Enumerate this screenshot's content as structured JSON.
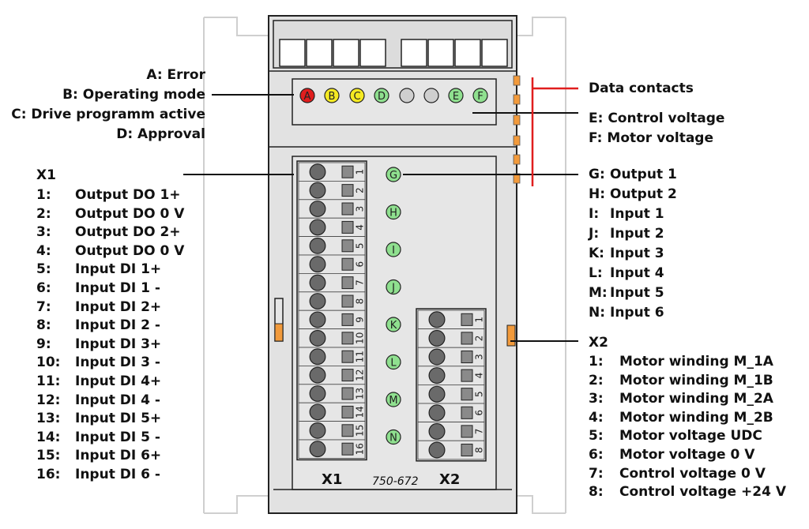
{
  "module": {
    "model": "750-672",
    "connector_x1_label": "X1",
    "connector_x2_label": "X2"
  },
  "leds_top": [
    {
      "letter": "A",
      "color": "#e01e1e"
    },
    {
      "letter": "B",
      "color": "#f5ea22"
    },
    {
      "letter": "C",
      "color": "#f5ea22"
    },
    {
      "letter": "D",
      "color": "#8fe08f"
    },
    {
      "letter": "",
      "color": "#cfcfcf"
    },
    {
      "letter": "",
      "color": "#cfcfcf"
    },
    {
      "letter": "E",
      "color": "#8fe08f"
    },
    {
      "letter": "F",
      "color": "#8fe08f"
    }
  ],
  "leds_side": [
    {
      "letter": "G"
    },
    {
      "letter": "H"
    },
    {
      "letter": "I"
    },
    {
      "letter": "J"
    },
    {
      "letter": "K"
    },
    {
      "letter": "L"
    },
    {
      "letter": "M"
    },
    {
      "letter": "N"
    }
  ],
  "led_colors": {
    "green": "#8fe08f",
    "line_red": "#e01e1e",
    "orange": "#f29a3b"
  },
  "left_labels": {
    "a": "A: Error",
    "b": "B: Operating mode",
    "c": "C: Drive programm active",
    "d": "D: Approval"
  },
  "right_labels": {
    "data_contacts": "Data contacts",
    "e": "E: Control voltage",
    "f": "F: Motor voltage"
  },
  "outputs_inputs": [
    {
      "key": "G:",
      "text": "Output 1"
    },
    {
      "key": "H:",
      "text": "Output 2"
    },
    {
      "key": "I:",
      "text": "Input 1"
    },
    {
      "key": "J:",
      "text": "Input 2"
    },
    {
      "key": "K:",
      "text": "Input 3"
    },
    {
      "key": "L:",
      "text": "Input 4"
    },
    {
      "key": "M:",
      "text": "Input 5"
    },
    {
      "key": "N:",
      "text": "Input 6"
    }
  ],
  "x1": {
    "title": "X1",
    "items": [
      {
        "num": "1:",
        "text": "Output DO 1+"
      },
      {
        "num": "2:",
        "text": "Output DO 0 V"
      },
      {
        "num": "3:",
        "text": "Output DO 2+"
      },
      {
        "num": "4:",
        "text": "Output DO 0 V"
      },
      {
        "num": "5:",
        "text": "Input DI 1+"
      },
      {
        "num": "6:",
        "text": "Input DI 1 -"
      },
      {
        "num": "7:",
        "text": "Input DI 2+"
      },
      {
        "num": "8:",
        "text": "Input DI 2 -"
      },
      {
        "num": "9:",
        "text": "Input DI 3+"
      },
      {
        "num": "10:",
        "text": "Input DI 3 -"
      },
      {
        "num": "11:",
        "text": "Input DI 4+"
      },
      {
        "num": "12:",
        "text": "Input DI 4 -"
      },
      {
        "num": "13:",
        "text": "Input DI 5+"
      },
      {
        "num": "14:",
        "text": "Input DI 5 -"
      },
      {
        "num": "15:",
        "text": "Input DI 6+"
      },
      {
        "num": "16:",
        "text": "Input DI 6 -"
      }
    ],
    "terminal_numbers": [
      "1",
      "2",
      "3",
      "4",
      "5",
      "6",
      "7",
      "8",
      "9",
      "10",
      "11",
      "12",
      "13",
      "14",
      "15",
      "16"
    ]
  },
  "x2": {
    "title": "X2",
    "items": [
      {
        "num": "1:",
        "text": "Motor winding M_1A"
      },
      {
        "num": "2:",
        "text": "Motor winding M_1B"
      },
      {
        "num": "3:",
        "text": "Motor winding M_2A"
      },
      {
        "num": "4:",
        "text": "Motor winding M_2B"
      },
      {
        "num": "5:",
        "text": "Motor voltage UDC"
      },
      {
        "num": "6:",
        "text": "Motor voltage 0 V"
      },
      {
        "num": "7:",
        "text": "Control voltage 0 V"
      },
      {
        "num": "8:",
        "text": "Control voltage +24 V"
      }
    ],
    "terminal_numbers": [
      "1",
      "2",
      "3",
      "4",
      "5",
      "6",
      "7",
      "8"
    ]
  }
}
